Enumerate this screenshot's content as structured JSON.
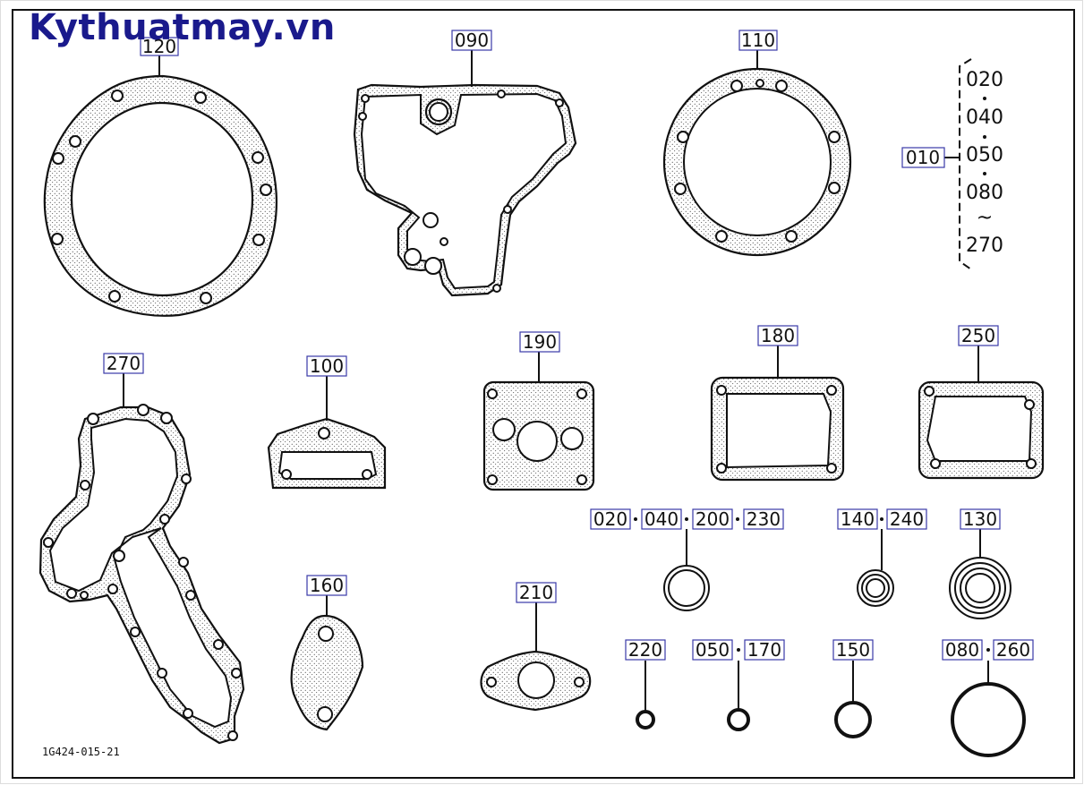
{
  "watermark": "Kythuatmay.vn",
  "drawing_code": "1G424-015-21",
  "parts": {
    "p120": "120",
    "p090": "090",
    "p110": "110",
    "p270": "270",
    "p100": "100",
    "p190": "190",
    "p180": "180",
    "p250": "250",
    "p160": "160",
    "p210": "210",
    "p130": "130",
    "p150": "150",
    "p010": "010"
  },
  "set_list": {
    "items": [
      "020",
      "040",
      "050",
      "080",
      "270"
    ],
    "range_mark": "~"
  },
  "groups": {
    "g_020_040_200_230": [
      "020",
      "040",
      "200",
      "230"
    ],
    "g_140_240": [
      "140",
      "240"
    ],
    "g_220": [
      "220"
    ],
    "g_050_170": [
      "050",
      "170"
    ],
    "g_080_260": [
      "080",
      "260"
    ]
  }
}
